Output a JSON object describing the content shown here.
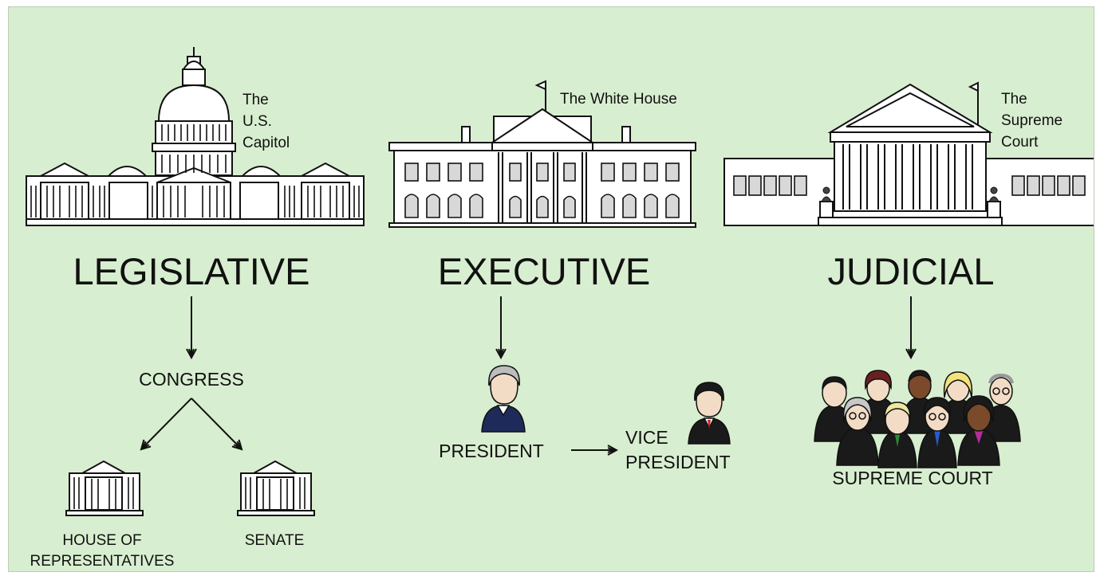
{
  "colors": {
    "background": "#d8eed0",
    "ink": "#111111"
  },
  "legislative": {
    "building_caption": [
      "The",
      "U.S.",
      "Capitol"
    ],
    "heading": "LEGISLATIVE",
    "body": "CONGRESS",
    "house": [
      "HOUSE OF",
      "REPRESENTATIVES"
    ],
    "senate": "SENATE"
  },
  "executive": {
    "building_caption": "The White House",
    "heading": "EXECUTIVE",
    "president": "PRESIDENT",
    "vice_president": [
      "VICE",
      "PRESIDENT"
    ]
  },
  "judicial": {
    "building_caption": [
      "The",
      "Supreme",
      "Court"
    ],
    "heading": "JUDICIAL",
    "court": "SUPREME COURT"
  }
}
